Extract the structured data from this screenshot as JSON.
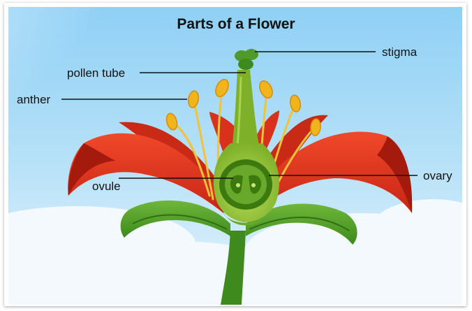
{
  "title": "Parts of a Flower",
  "labels": {
    "stigma": "stigma",
    "pollen_tube": "pollen tube",
    "anther": "anther",
    "ovary": "ovary",
    "ovule": "ovule"
  },
  "colors": {
    "sky_top": "#8fd0f5",
    "sky_bottom": "#d8effb",
    "cloud": "#f4f9fd",
    "petal": "#e8361f",
    "petal_dark": "#b01e10",
    "leaf": "#4f9a2a",
    "stem": "#3f8a1c",
    "pistil": "#8fc23a",
    "anther": "#f2b41c",
    "filament": "#f2c23a"
  }
}
